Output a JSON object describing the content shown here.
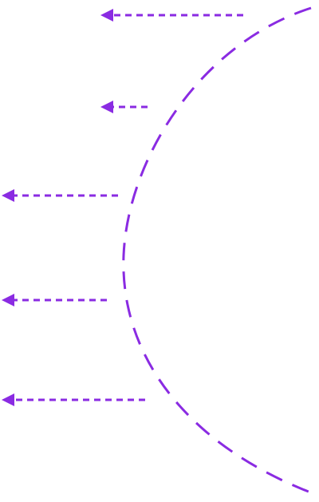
{
  "diagram": {
    "accent_color": "#8a2be2",
    "curve": {
      "icon": "dashed-arc"
    },
    "arrows": [
      {
        "id": "arrow-1",
        "icon": "left-arrowhead-icon"
      },
      {
        "id": "arrow-2",
        "icon": "left-arrowhead-icon"
      },
      {
        "id": "arrow-3",
        "icon": "left-arrowhead-icon"
      },
      {
        "id": "arrow-4",
        "icon": "left-arrowhead-icon"
      },
      {
        "id": "arrow-5",
        "icon": "left-arrowhead-icon"
      }
    ]
  }
}
